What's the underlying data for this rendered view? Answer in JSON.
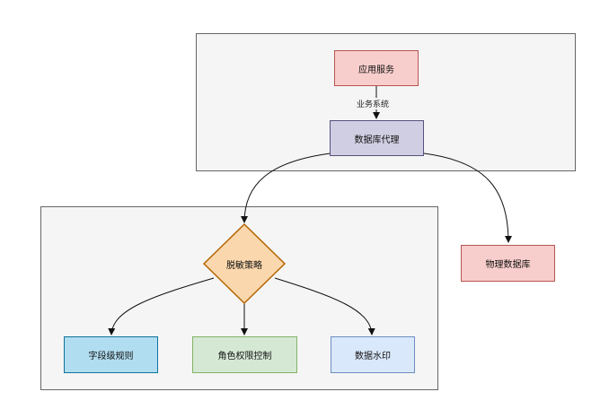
{
  "nodes": {
    "app_service": "应用服务",
    "db_proxy": "数据库代理",
    "physical_db": "物理数据库",
    "masking_policy": "脱敏策略",
    "field_rules": "字段级规则",
    "rbac": "角色权限控制",
    "data_watermark": "数据水印"
  },
  "edges": {
    "app_to_proxy_label": "业务系统"
  },
  "colors": {
    "group_fill": "#f5f5f5",
    "group_stroke": "#666666",
    "red_fill": "#f8cecc",
    "red_stroke": "#b85450",
    "purple_fill": "#d0cee2",
    "purple_stroke": "#56517e",
    "orange_fill": "#fad7ac",
    "orange_stroke": "#b46504",
    "blue_fill": "#b1ddf0",
    "blue_stroke": "#10739e",
    "green_fill": "#d5e8d4",
    "green_stroke": "#82b366",
    "lightblue_fill": "#dae8fc",
    "lightblue_stroke": "#6c8ebf"
  }
}
